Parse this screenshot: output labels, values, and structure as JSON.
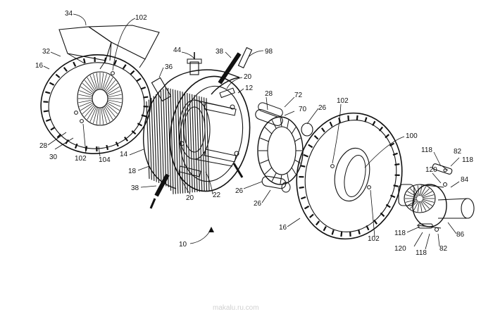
{
  "labels": [
    {
      "id": "l34",
      "text": "34"
    },
    {
      "id": "l102a",
      "text": "102"
    },
    {
      "id": "l32",
      "text": "32"
    },
    {
      "id": "l16a",
      "text": "16"
    },
    {
      "id": "l44",
      "text": "44"
    },
    {
      "id": "l38a",
      "text": "38"
    },
    {
      "id": "l98",
      "text": "98"
    },
    {
      "id": "l36",
      "text": "36"
    },
    {
      "id": "l20a",
      "text": "20"
    },
    {
      "id": "l12",
      "text": "12"
    },
    {
      "id": "l28a",
      "text": "28"
    },
    {
      "id": "l72",
      "text": "72"
    },
    {
      "id": "l70",
      "text": "70"
    },
    {
      "id": "l26a",
      "text": "26"
    },
    {
      "id": "l102b",
      "text": "102"
    },
    {
      "id": "l28b",
      "text": "28"
    },
    {
      "id": "l30",
      "text": "30"
    },
    {
      "id": "l102c",
      "text": "102"
    },
    {
      "id": "l104",
      "text": "104"
    },
    {
      "id": "l14",
      "text": "14"
    },
    {
      "id": "l18",
      "text": "18"
    },
    {
      "id": "l100",
      "text": "100"
    },
    {
      "id": "l118a",
      "text": "118"
    },
    {
      "id": "l82a",
      "text": "82"
    },
    {
      "id": "l118b",
      "text": "118"
    },
    {
      "id": "l120a",
      "text": "120"
    },
    {
      "id": "l84",
      "text": "84"
    },
    {
      "id": "l38b",
      "text": "38"
    },
    {
      "id": "l20b",
      "text": "20"
    },
    {
      "id": "l22",
      "text": "22"
    },
    {
      "id": "l26b",
      "text": "26"
    },
    {
      "id": "l26c",
      "text": "26"
    },
    {
      "id": "l16b",
      "text": "16"
    },
    {
      "id": "l102d",
      "text": "102"
    },
    {
      "id": "l118c",
      "text": "118"
    },
    {
      "id": "l86",
      "text": "86"
    },
    {
      "id": "l120b",
      "text": "120"
    },
    {
      "id": "l118d",
      "text": "118"
    },
    {
      "id": "l82b",
      "text": "82"
    },
    {
      "id": "l10",
      "text": "10"
    }
  ],
  "watermark": "makalu.ru.com"
}
